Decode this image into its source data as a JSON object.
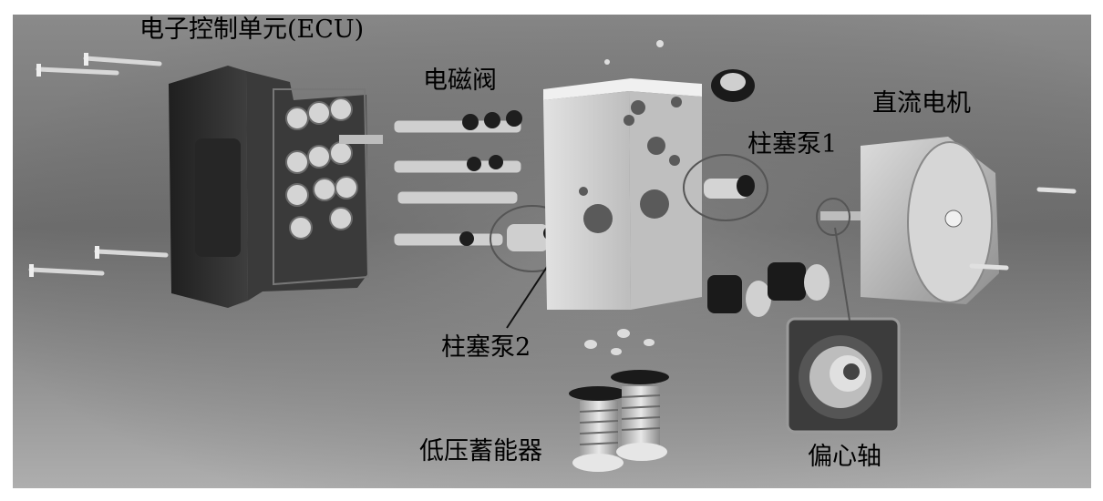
{
  "labels": {
    "ecu": "电子控制单元(ECU)",
    "solenoid_valve": "电磁阀",
    "dc_motor": "直流电机",
    "plunger_pump_1": "柱塞泵1",
    "plunger_pump_2": "柱塞泵2",
    "low_pressure_accumulator": "低压蓄能器",
    "eccentric_shaft": "偏心轴"
  },
  "colors": {
    "background_light": "#a9a9a9",
    "background_dark": "#3c3c3c",
    "ecu_body": "#2e2e2e",
    "valve_block": "#d2d2d2",
    "motor_body": "#c8c8c8"
  }
}
